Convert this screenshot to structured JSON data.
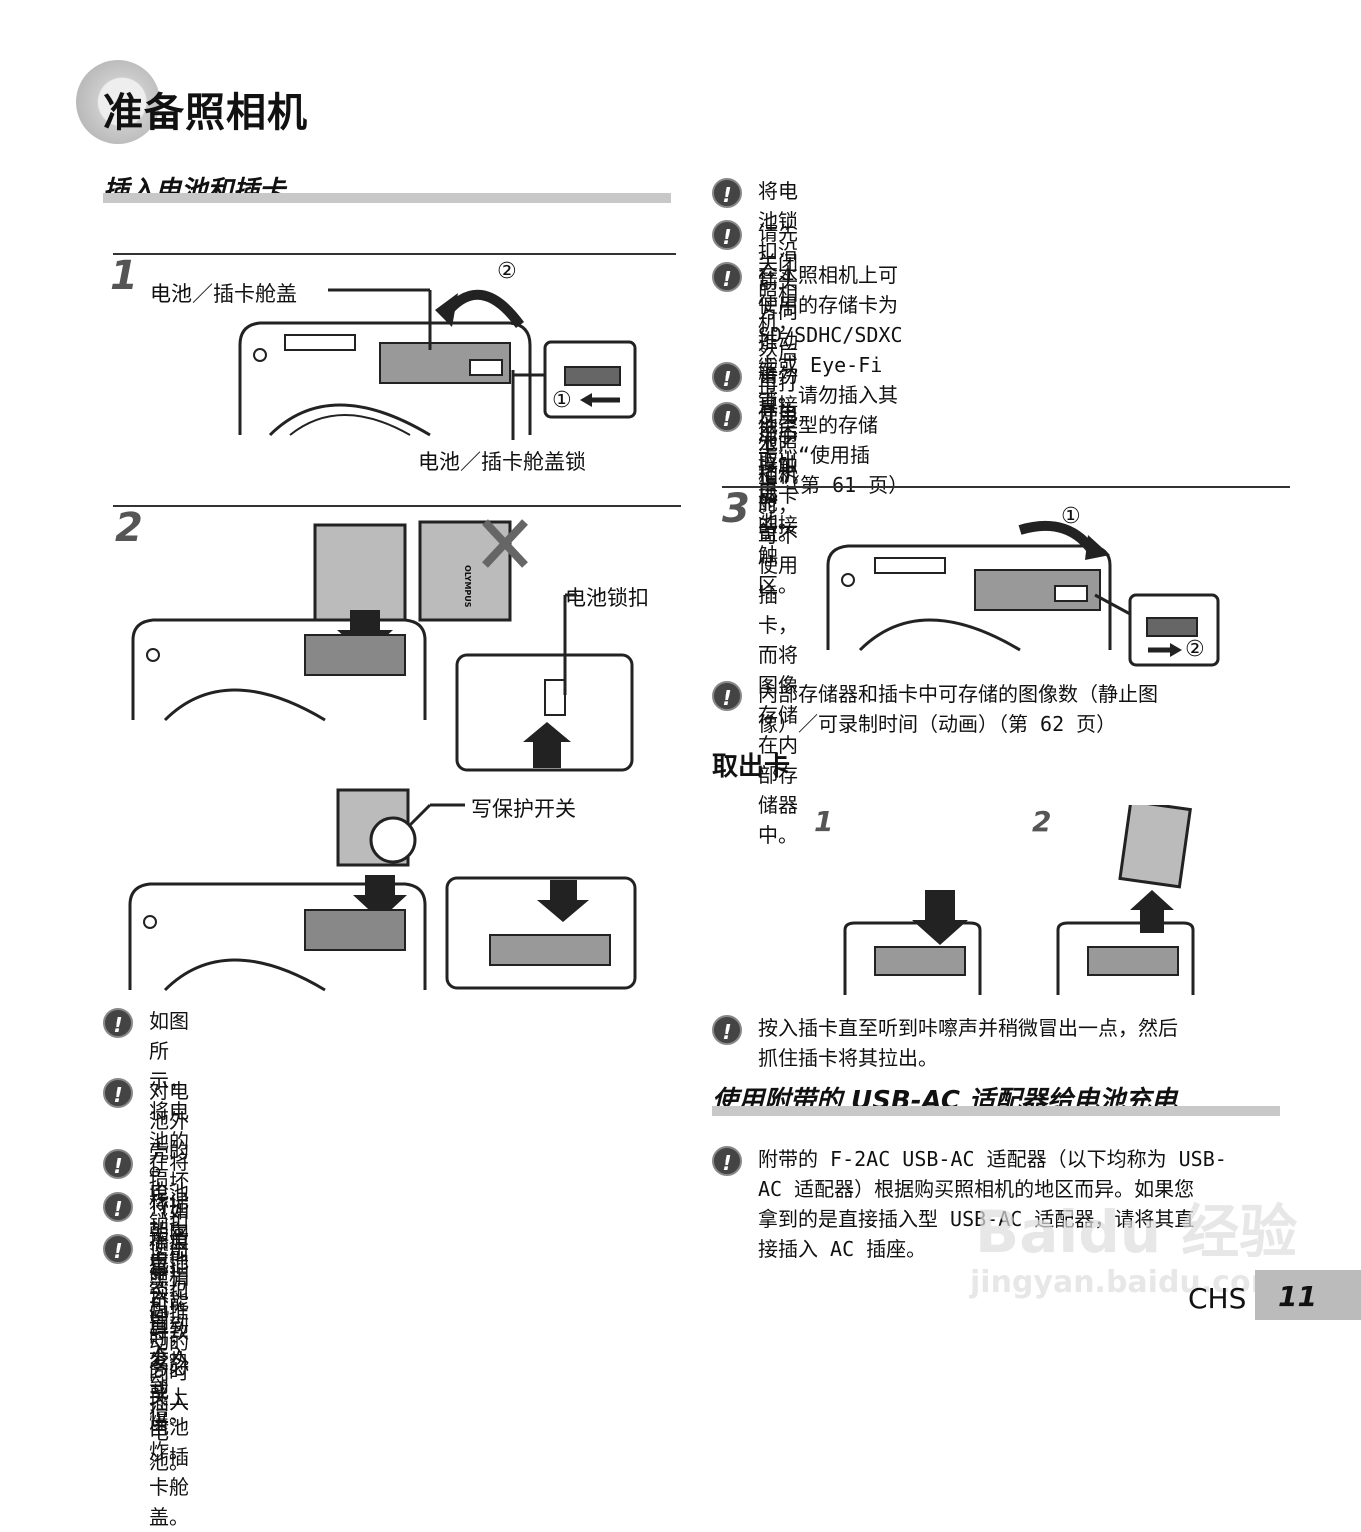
{
  "header": {
    "title": "准备照相机"
  },
  "section1": {
    "title": "插入电池和插卡"
  },
  "step1": {
    "number": "1",
    "label_cover": "电池／插卡舱盖",
    "label_lock": "电池／插卡舱盖锁",
    "marker1": "①",
    "marker2": "②"
  },
  "step2": {
    "number": "2",
    "label_latch": "电池锁扣",
    "label_write_protect": "写保护开关",
    "battery_brand": "OLYMPUS"
  },
  "left_notes": [
    {
      "line1": "如图所示，将电池的 ⊖ 标记朝向电池锁扣插",
      "line2": "入。"
    },
    {
      "line1": "对电池外壳的损坏（如擦痕等）可能导致发热或",
      "line2": "爆炸。"
    },
    {
      "line1": "在将电池锁扣沿箭头方向推动的同时插入电池。"
    },
    {
      "line1": "将插卡平直插入，直到卡入到位。"
    },
    {
      "line1": "使用照相机时，务必关上电池／插卡舱盖。"
    }
  ],
  "right_notes_top": [
    {
      "line1": "将电池锁扣沿箭头方向推动解锁，然后取出电池。"
    },
    {
      "line1": "请先关闭照相机，然后再打开电池／插卡舱盖。"
    },
    {
      "line1": "在本照相机上可使用的存储卡为 SD/SDHC/SDXC",
      "line2": "卡或 Eye-Fi 卡。请勿插入其他类型的存储",
      "line3": "卡。“使用插卡”（第 61 页）"
    },
    {
      "line1": "请勿直接用手接触插卡的接触区。"
    },
    {
      "line1": "使用本照相机时，可不使用插卡，而将图像存储",
      "line2": "在内部存储器中。"
    }
  ],
  "step3": {
    "number": "3",
    "marker1": "①",
    "marker2": "②",
    "note_line1": "内部存储器和插卡中可存储的图像数（静止图",
    "note_line2": "像）／可录制时间（动画）（第 62 页）"
  },
  "remove_card": {
    "heading": "取出卡",
    "step_a": "1",
    "step_b": "2",
    "note_line1": "按入插卡直至听到咔嚓声并稍微冒出一点，然后",
    "note_line2": "抓住插卡将其拉出。"
  },
  "section2": {
    "title": "使用附带的 USB-AC 适配器给电池充电",
    "note_line1": "附带的 F-2AC USB-AC 适配器（以下均称为 USB-",
    "note_line2": "AC 适配器）根据购买照相机的地区而异。如果您",
    "note_line3": "拿到的是直接插入型 USB-AC 适配器，请将其直",
    "note_line4": "接插入 AC 插座。"
  },
  "note_icon": "!",
  "footer": {
    "lang": "CHS",
    "page": "11"
  },
  "watermark": {
    "line1": "Baidu 经验",
    "line2": "jingyan.baidu.com"
  }
}
